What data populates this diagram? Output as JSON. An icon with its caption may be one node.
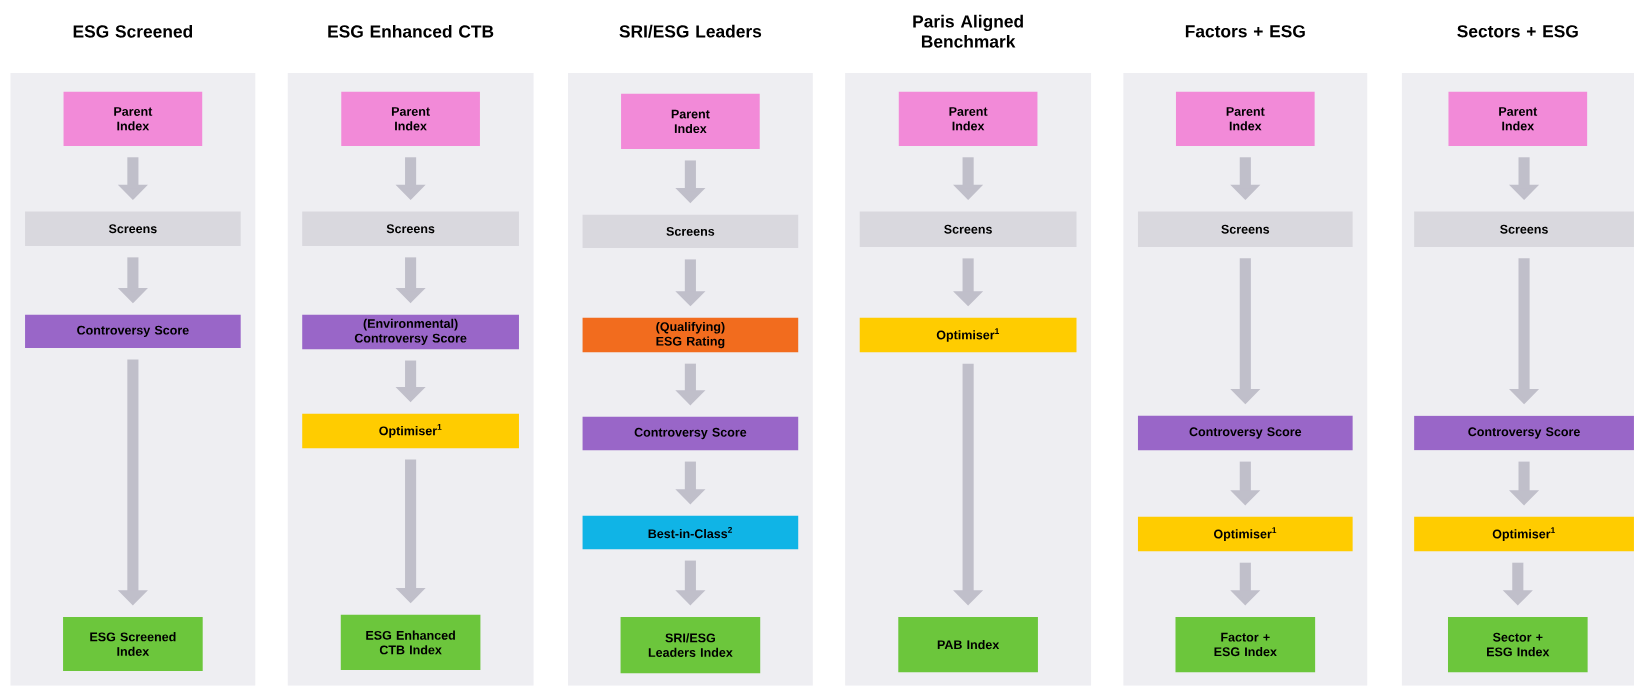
{
  "diagram": {
    "nodes": [
      {
        "text": [
          "ESG Screened"
        ]
      },
      {
        "text": [
          "Parent Index"
        ],
        "in": 0
      },
      {
        "text": [
          "Screens"
        ],
        "in": 0
      },
      {
        "text": [
          "Controversy Score"
        ],
        "in": 0
      },
      {
        "text": [
          "ESG Screened Index"
        ],
        "in": 0
      },
      {
        "text": [
          "ESG Enhanced CTB"
        ]
      },
      {
        "text": [
          "Parent Index"
        ],
        "in": 5
      },
      {
        "text": [
          "Screens"
        ],
        "in": 5
      },
      {
        "text": [
          "(Environmental) Controversy Score"
        ],
        "in": 5
      },
      {
        "text": [
          "Optimiser$^{1}$"
        ],
        "in": 5
      },
      {
        "text": [
          "ESG Enhanced CTB Index"
        ],
        "in": 5
      },
      {
        "text": [
          "SRI/ESG Leaders"
        ]
      },
      {
        "text": [
          "Parent Index"
        ],
        "in": 11
      },
      {
        "text": [
          "Screens"
        ],
        "in": 11
      },
      {
        "text": [
          "(Qualifying) ESG Rating"
        ],
        "in": 11
      },
      {
        "text": [
          "Controversy Score"
        ],
        "in": 11
      },
      {
        "text": [
          "Best-in-Class$^{2}$"
        ],
        "in": 11
      },
      {
        "text": [
          "SRI/ESG Leaders Index"
        ],
        "in": 11
      },
      {
        "text": [
          "Paris Aligned Benchmark"
        ]
      },
      {
        "text": [
          "Parent Index"
        ],
        "in": 18
      },
      {
        "text": [
          "Screens"
        ],
        "in": 18
      },
      {
        "text": [
          "Optimiser$^{1}$"
        ],
        "in": 18
      },
      {
        "text": [
          "PAB Index"
        ],
        "in": 18
      },
      {
        "text": [
          "Factors + ESG"
        ]
      },
      {
        "text": [
          "Parent Index"
        ],
        "in": 23
      },
      {
        "text": [
          "Screens"
        ],
        "in": 23
      },
      {
        "text": [
          "Controversy Score"
        ],
        "in": 23
      },
      {
        "text": [
          "Optimiser$^{1}$"
        ],
        "in": 23
      },
      {
        "text": [
          "Factor + ESG Index"
        ],
        "in": 23
      },
      {
        "text": [
          "Sectors + ESG"
        ]
      },
      {
        "text": [
          "Parent Index"
        ],
        "in": 29
      },
      {
        "text": [
          "Screens"
        ],
        "in": 29
      },
      {
        "text": [
          "Controversy Score"
        ],
        "in": 29
      },
      {
        "text": [
          "Optimiser$^{1}$"
        ],
        "in": 29
      },
      {
        "text": [
          "Sector + ESG Index"
        ],
        "in": 29
      }
    ],
    "edges": [
      {
        "from": 1,
        "to": 2,
        "arrow": "to"
      },
      {
        "from": 2,
        "to": 3,
        "arrow": "to"
      },
      {
        "from": 3,
        "to": 4,
        "arrow": "to"
      },
      {
        "from": 6,
        "to": 7,
        "arrow": "to"
      },
      {
        "from": 7,
        "to": 8,
        "arrow": "to"
      },
      {
        "from": 8,
        "to": 9,
        "arrow": "to"
      },
      {
        "from": 9,
        "to": 10,
        "arrow": "to"
      },
      {
        "from": 12,
        "to": 13,
        "arrow": "to"
      },
      {
        "from": 13,
        "to": 14,
        "arrow": "to"
      },
      {
        "from": 14,
        "to": 15,
        "arrow": "to"
      },
      {
        "from": 15,
        "to": 16,
        "arrow": "to"
      },
      {
        "from": 16,
        "to": 17,
        "arrow": "to"
      },
      {
        "from": 19,
        "to": 20,
        "arrow": "to"
      },
      {
        "from": 20,
        "to": 21,
        "arrow": "to"
      },
      {
        "from": 21,
        "to": 22,
        "arrow": "to"
      },
      {
        "from": 24,
        "to": 25,
        "arrow": "to"
      },
      {
        "from": 25,
        "to": 26,
        "arrow": "to"
      },
      {
        "from": 26,
        "to": 27,
        "arrow": "to"
      },
      {
        "from": 27,
        "to": 28,
        "arrow": "to"
      },
      {
        "from": 30,
        "to": 31,
        "arrow": "to"
      },
      {
        "from": 31,
        "to": 32,
        "arrow": "to"
      },
      {
        "from": 32,
        "to": 33,
        "arrow": "to"
      },
      {
        "from": 33,
        "to": 34,
        "arrow": "to"
      }
    ]
  }
}
